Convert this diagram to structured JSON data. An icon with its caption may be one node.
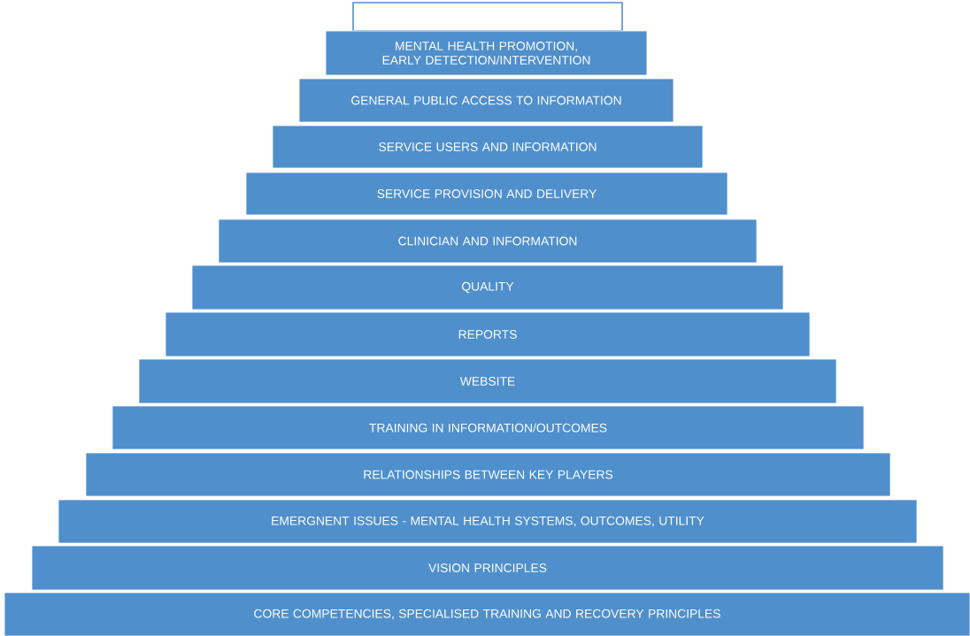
{
  "diagram": {
    "nodes": [
      {
        "text": [],
        "shape": "box"
      },
      {
        "text": [
          "MENTAL HEALTH PROMOTION, EARLY DETECTION/INTERVENTION"
        ]
      },
      {
        "text": [
          "GENERAL PUBLIC ACCESS TO INFORMATION"
        ]
      },
      {
        "text": [
          "SERVICE USERS AND INFORMATION"
        ]
      },
      {
        "text": [
          "SERVICE PROVISION AND DELIVERY"
        ]
      },
      {
        "text": [
          "CLINICIAN AND INFORMATION"
        ]
      },
      {
        "text": [
          "QUALITY"
        ]
      },
      {
        "text": [
          "REPORTS"
        ]
      },
      {
        "text": [
          "WEBSITE"
        ]
      },
      {
        "text": [
          "TRAINING IN INFORMATION/OUTCOMES"
        ]
      },
      {
        "text": [
          "RELATIONSHIPS BETWEEN KEY PLAYERS"
        ]
      },
      {
        "text": [
          "EMERGNENT ISSUES - MENTAL HEALTH SYSTEMS, OUTCOMES, UTILITY"
        ]
      },
      {
        "text": [
          "VISION PRINCIPLES"
        ]
      },
      {
        "text": [
          "CORE COMPETENCIES, SPECIALISED TRAINING AND RECOVERY PRINCIPLES"
        ]
      }
    ]
  }
}
